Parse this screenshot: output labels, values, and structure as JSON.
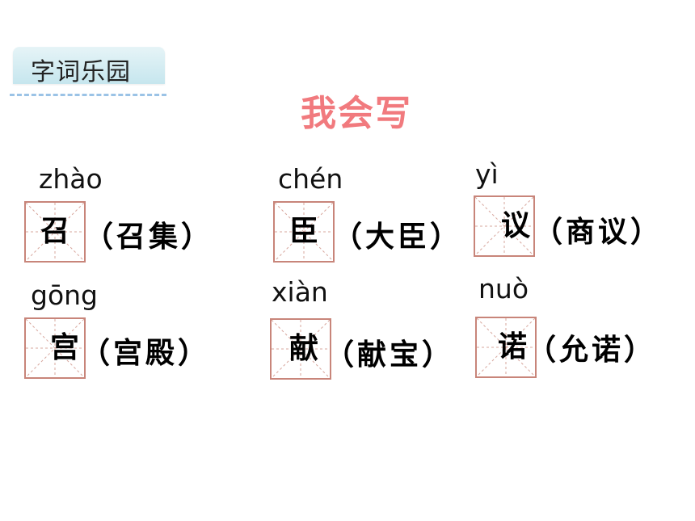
{
  "section_tag": "字词乐园",
  "title": "我会写",
  "items": [
    {
      "pinyin": "zhào",
      "char": "召",
      "word": "（召集）"
    },
    {
      "pinyin": "chén",
      "char": "臣",
      "word": "（大臣）"
    },
    {
      "pinyin": "yì",
      "char": "议",
      "word": "（商议）"
    },
    {
      "pinyin": "gōng",
      "char": "宫",
      "word": "（宫殿）"
    },
    {
      "pinyin": "xiàn",
      "char": "献",
      "word": "（献宝）"
    },
    {
      "pinyin": "nuò",
      "char": "诺",
      "word": "（允诺）"
    }
  ],
  "colors": {
    "title": "#f17a7e",
    "grid_border": "#c8857a",
    "grid_guides": "#d7a79e",
    "tag_bg": "#c6e6ee",
    "dash": "#9bc3e6"
  }
}
